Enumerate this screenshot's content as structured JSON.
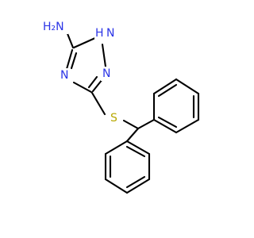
{
  "molecule": {
    "atoms": {
      "nh2": {
        "label": "NH2",
        "text": "H₂N",
        "element": "N"
      },
      "n1_h": {
        "label": "H",
        "text": "H",
        "element": "H"
      },
      "n1": {
        "label": "N",
        "text": "N",
        "element": "N"
      },
      "n2": {
        "label": "N",
        "text": "N",
        "element": "N"
      },
      "n4": {
        "label": "N",
        "text": "N",
        "element": "N"
      },
      "s": {
        "label": "S",
        "text": "S",
        "element": "S"
      }
    },
    "colors": {
      "nitrogen": "#2b34e6",
      "sulfur": "#b8a800",
      "bond": "#000000"
    }
  }
}
